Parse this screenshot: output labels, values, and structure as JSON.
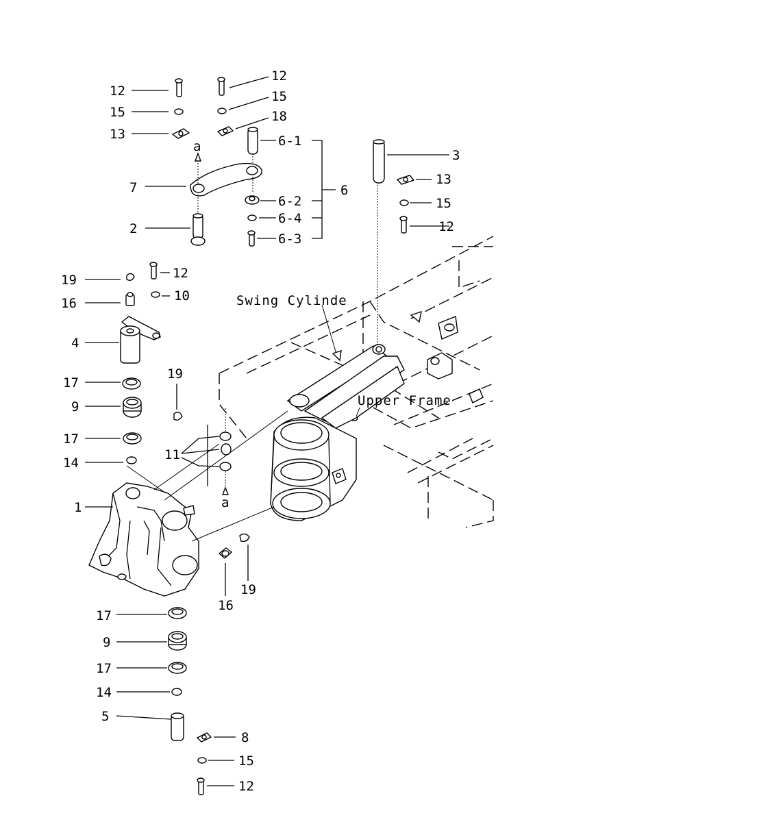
{
  "labels": {
    "l12a": "12",
    "l15a": "15",
    "l13a": "13",
    "l12b": "12",
    "l15b": "15",
    "l18": "18",
    "l6_1": "6-1",
    "l6_2": "6-2",
    "l6_4": "6-4",
    "l6_3": "6-3",
    "l6": "6",
    "l7": "7",
    "l2": "2",
    "la_top": "a",
    "l3": "3",
    "l13b": "13",
    "l15c": "15",
    "l12c": "12",
    "l19a": "19",
    "l16a": "16",
    "l4": "4",
    "l12d": "12",
    "l10": "10",
    "l17a": "17",
    "l9a": "9",
    "l17b": "17",
    "l14a": "14",
    "l1": "1",
    "l19b": "19",
    "l11": "11",
    "la_bot": "a",
    "l16b": "16",
    "l19c": "19",
    "l17c": "17",
    "l9b": "9",
    "l17d": "17",
    "l14b": "14",
    "l5": "5",
    "l8": "8",
    "l15d": "15",
    "l12e": "12"
  },
  "captions": {
    "swing_cylinder": "Swing Cylinde",
    "upper_frame": "Upper Frame"
  }
}
